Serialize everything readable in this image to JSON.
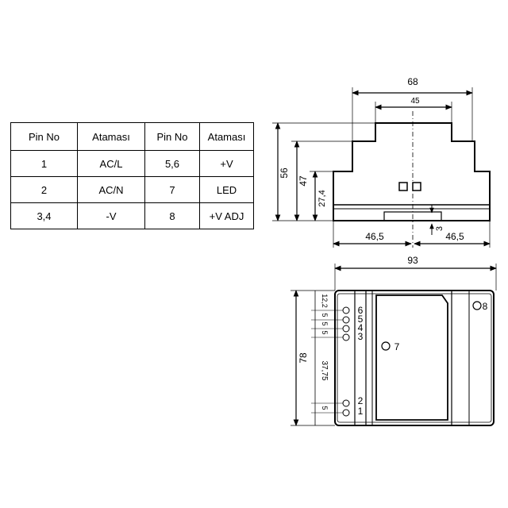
{
  "table": {
    "headers": [
      "Pin No",
      "Ataması",
      "Pin No",
      "Ataması"
    ],
    "rows": [
      [
        "1",
        "AC/L",
        "5,6",
        "+V"
      ],
      [
        "2",
        "AC/N",
        "7",
        "LED"
      ],
      [
        "3,4",
        "-V",
        "8",
        "+V ADJ"
      ]
    ]
  },
  "side_view": {
    "dim_68": "68",
    "dim_45": "45",
    "dim_56": "56",
    "dim_47": "47",
    "dim_27_4": "27,4",
    "dim_3": "3",
    "dim_46_5_left": "46,5",
    "dim_46_5_right": "46,5"
  },
  "top_view": {
    "dim_93": "93",
    "dim_78": "78",
    "dim_12_2": "12,2",
    "dim_5a": "5",
    "dim_5b": "5",
    "dim_5c": "5",
    "dim_37_75": "37,75",
    "dim_5d": "5",
    "pin_6": "6",
    "pin_5": "5",
    "pin_4": "4",
    "pin_3": "3",
    "pin_2": "2",
    "pin_1": "1",
    "pin_7": "7",
    "pin_8": "8"
  }
}
